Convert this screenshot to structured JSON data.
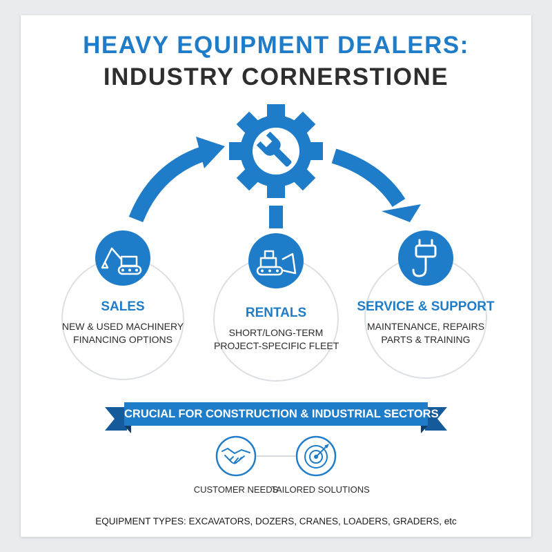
{
  "colors": {
    "primary": "#1e7cc8",
    "dark_blue": "#15558e",
    "title_dark": "#2e2e2e"
  },
  "title": {
    "line1": "HEAVY EQUIPMENT DEALERS:",
    "line2": "INDUSTRY CORNERSTIONE"
  },
  "center_icon": "gear-wrench-icon",
  "pillars": [
    {
      "title": "SALES",
      "lines": [
        "NEW & USED MACHINERY",
        "FINANCING OPTIONS"
      ],
      "icon": "excavator-icon"
    },
    {
      "title": "RENTALS",
      "lines": [
        "SHORT/LONG-TERM",
        "PROJECT-SPECIFIC FLEET"
      ],
      "icon": "bulldozer-icon"
    },
    {
      "title": "SERVICE & SUPPORT",
      "lines": [
        "MAINTENANCE, REPAIRS",
        "PARTS & TRAINING"
      ],
      "icon": "crane-hook-icon"
    }
  ],
  "banner": {
    "text": "CRUCIAL FOR CONSTRUCTION & INDUSTRIAL SECTORS"
  },
  "highlights": [
    {
      "label": "CUSTOMER NEEDS",
      "icon": "handshake-icon"
    },
    {
      "label": "TAILORED SOLUTIONS",
      "icon": "target-icon"
    }
  ],
  "footer": "EQUIPMENT TYPES: EXCAVATORS, DOZERS, CRANES, LOADERS, GRADERS, etc"
}
